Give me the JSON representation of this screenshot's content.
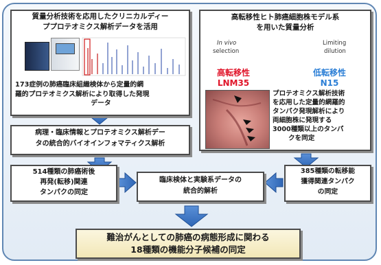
{
  "left_panel": {
    "title_line1": "質量分析技術を応用したクリニカルディー",
    "title_line2": "ププロテオミクス解析データを活用",
    "caption_line1": "173症例の肺癌臨床組織検体から定量的網",
    "caption_line2": "羅的プロテオミクス解析により取得した発現",
    "caption_line3": "データ"
  },
  "bioinformatics_box": {
    "line1": "病理・臨床情報とプロテオミクス解析デー",
    "line2": "タの統合的バイオインフォマティクス解析"
  },
  "recurrence_box": {
    "line1": "514種類の肺癌術後",
    "line2": "再発(転移)関連",
    "line3": "タンパクの同定"
  },
  "right_panel": {
    "title_line1": "高転移性ヒト肺癌細胞株モデル系",
    "title_line2": "を用いた質量分析",
    "selection_label_1": "In vivo",
    "selection_label_2": "selection",
    "dilution_label_1": "Limiting",
    "dilution_label_2": "dilution",
    "high_label": "高転移性",
    "high_cell": "LNM35",
    "low_label": "低転移性",
    "low_cell": "N15",
    "caption_line1": "プロテオミクス解析技術",
    "caption_line2": "を応用した定量的網羅的",
    "caption_line3": "タンパク発現解析により",
    "caption_line4": "両細胞株に発現する",
    "caption_line5": "3000種類以上のタンパ",
    "caption_line6": "クを同定"
  },
  "metastasis_box": {
    "line1": "385種類の転移能",
    "line2": "獲得関連タンパク",
    "line3": "の同定"
  },
  "integration_box": {
    "line1": "臨床検体と実験系データの",
    "line2": "統合的解析"
  },
  "result_box": {
    "line1": "難治がんとしての肺癌の病態形成に関わる",
    "line2": "18種類の機能分子候補の同定"
  },
  "colors": {
    "frame": "#5f86b3",
    "arrow": "#3d74c4",
    "high_metastatic": "#e0152a",
    "low_metastatic": "#2c7fd6",
    "result_fill": "#f3e8b4"
  }
}
